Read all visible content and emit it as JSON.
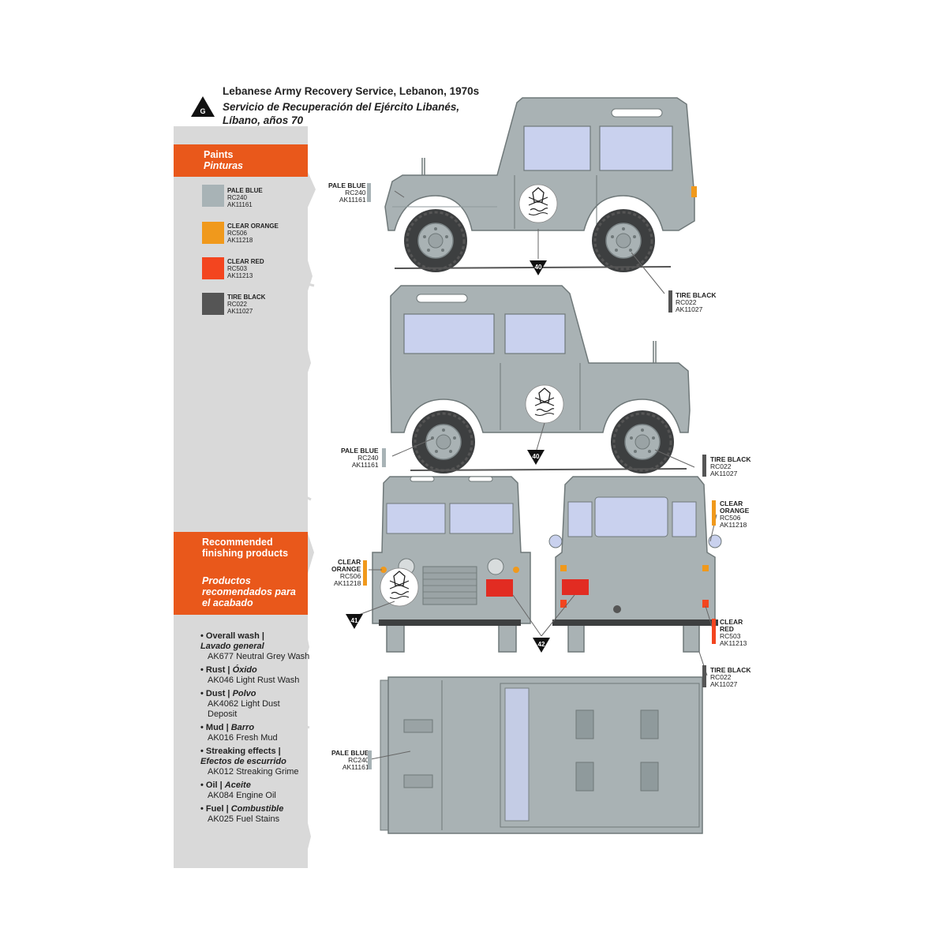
{
  "header": {
    "badge_letter": "G",
    "title_en": "Lebanese Army Recovery Service, Lebanon, 1970s",
    "title_es": "Servicio de Recuperación del Ejército Libanés, Líbano, años 70"
  },
  "paints": {
    "title": "Paints",
    "title_es": "Pinturas",
    "items": [
      {
        "name": "PALE BLUE",
        "code1": "RC240",
        "code2": "AK11161",
        "color": "#a8b3b6"
      },
      {
        "name": "CLEAR ORANGE",
        "code1": "RC506",
        "code2": "AK11218",
        "color": "#f0991c"
      },
      {
        "name": "CLEAR RED",
        "code1": "RC503",
        "code2": "AK11213",
        "color": "#f3451f"
      },
      {
        "name": "TIRE BLACK",
        "code1": "RC022",
        "code2": "AK11027",
        "color": "#555555"
      }
    ]
  },
  "finishing": {
    "title": "Recommended finishing products",
    "title_es": "Productos recomendados para el acabado",
    "items": [
      {
        "cat": "Overall wash |",
        "cat_es": "Lavado general",
        "product": "AK677 Neutral Grey Wash"
      },
      {
        "cat": "Rust |",
        "cat_es": "Óxido",
        "product": "AK046 Light Rust Wash"
      },
      {
        "cat": "Dust |",
        "cat_es": "Polvo",
        "product": "AK4062 Light Dust Deposit"
      },
      {
        "cat": "Mud |",
        "cat_es": "Barro",
        "product": "AK016 Fresh Mud"
      },
      {
        "cat": "Streaking effects |",
        "cat_es": "Efectos de escurrido",
        "product": "AK012 Streaking Grime"
      },
      {
        "cat": "Oil |",
        "cat_es": "Aceite",
        "product": "AK084 Engine Oil"
      },
      {
        "cat": "Fuel |",
        "cat_es": "Combustible",
        "product": "AK025 Fuel Stains"
      }
    ]
  },
  "callouts": {
    "side1_pale": {
      "l1": "PALE BLUE",
      "l2": "RC240",
      "l3": "AK11161"
    },
    "side1_tire": {
      "l1": "TIRE BLACK",
      "l2": "RC022",
      "l3": "AK11027"
    },
    "side2_pale": {
      "l1": "PALE BLUE",
      "l2": "RC240",
      "l3": "AK11161"
    },
    "side2_tire": {
      "l1": "TIRE BLACK",
      "l2": "RC022",
      "l3": "AK11027"
    },
    "front_orange": {
      "l1": "CLEAR",
      "l2": "ORANGE",
      "l3": "RC506",
      "l4": "AK11218"
    },
    "rear_orange": {
      "l1": "CLEAR",
      "l2": "ORANGE",
      "l3": "RC506",
      "l4": "AK11218"
    },
    "rear_red": {
      "l1": "CLEAR",
      "l2": "RED",
      "l3": "RC503",
      "l4": "AK11213"
    },
    "rear_tire": {
      "l1": "TIRE BLACK",
      "l2": "RC022",
      "l3": "AK11027"
    },
    "top_pale": {
      "l1": "PALE BLUE",
      "l2": "RC240",
      "l3": "AK11161"
    }
  },
  "decal_refs": {
    "side1": "40",
    "side2": "40",
    "front": "41",
    "rear": "42"
  },
  "colors": {
    "body": "#a9b2b4",
    "body_dark": "#8f9a9c",
    "glass": "#c9d1ee",
    "tire": "#3d3f40",
    "orange_accent": "#e9581b"
  }
}
